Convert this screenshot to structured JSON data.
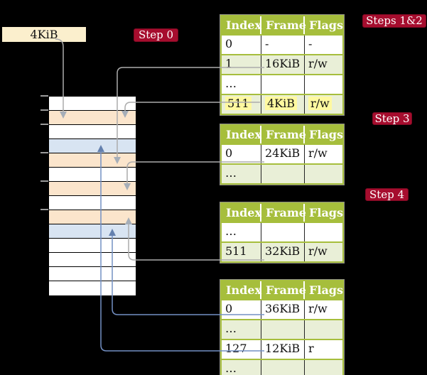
{
  "colors": {
    "background": "#000000",
    "pointer_box_fill": "#FBEFCD",
    "memory_peach": "#FBE5CC",
    "memory_blue": "#D8E4F2",
    "table_header_fill": "#A6BE3C",
    "table_row_green": "#E9EFD7",
    "highlight_yellow": "#FFF9A0",
    "badge_red": "#A60D2E",
    "gray_connector": "#ACACAC",
    "blue_connector": "#7390C4"
  },
  "root_pointer": {
    "label": "4KiB"
  },
  "badges": {
    "step0": "Step 0",
    "steps12": "Steps 1&2",
    "step3": "Step 3",
    "step4": "Step 4"
  },
  "memory": {
    "row_fills": [
      "white",
      "peach",
      "white",
      "blue",
      "peach",
      "white",
      "peach",
      "white",
      "peach",
      "blue",
      "white",
      "white",
      "white",
      "white"
    ]
  },
  "tables": [
    {
      "name": "page-table-steps-1-2",
      "headers": [
        "Index",
        "Frame",
        "Flags"
      ],
      "rows": [
        {
          "cells": [
            "0",
            "-",
            "-"
          ]
        },
        {
          "cells": [
            "1",
            "16KiB",
            "r/w"
          ]
        },
        {
          "cells": [
            "…",
            "",
            ""
          ]
        },
        {
          "cells": [
            "511",
            "4KiB",
            "r/w"
          ],
          "highlight": true
        }
      ]
    },
    {
      "name": "page-table-step-3",
      "headers": [
        "Index",
        "Frame",
        "Flags"
      ],
      "rows": [
        {
          "cells": [
            "0",
            "24KiB",
            "r/w"
          ]
        },
        {
          "cells": [
            "…",
            "",
            ""
          ]
        }
      ]
    },
    {
      "name": "page-table-step-4-upper",
      "headers": [
        "Index",
        "Frame",
        "Flags"
      ],
      "rows": [
        {
          "cells": [
            "…",
            "",
            ""
          ]
        },
        {
          "cells": [
            "511",
            "32KiB",
            "r/w"
          ]
        }
      ]
    },
    {
      "name": "page-table-step-4-lower",
      "headers": [
        "Index",
        "Frame",
        "Flags"
      ],
      "rows": [
        {
          "cells": [
            "0",
            "36KiB",
            "r/w"
          ]
        },
        {
          "cells": [
            "…",
            "",
            ""
          ]
        },
        {
          "cells": [
            "127",
            "12KiB",
            "r"
          ]
        },
        {
          "cells": [
            "…",
            "",
            ""
          ]
        }
      ]
    }
  ],
  "connectors": [
    {
      "id": "root-pointer-to-4kib-row",
      "color": "gray"
    },
    {
      "id": "table1-row1-to-16kib-row",
      "color": "gray"
    },
    {
      "id": "table1-row511-to-4kib-row",
      "color": "gray"
    },
    {
      "id": "table2-row0-to-24kib-row",
      "color": "gray"
    },
    {
      "id": "table3-row511-to-32kib-row",
      "color": "gray"
    },
    {
      "id": "table4-row0-to-36kib-row",
      "color": "blue"
    },
    {
      "id": "table4-row127-to-12kib-row",
      "color": "blue"
    }
  ]
}
